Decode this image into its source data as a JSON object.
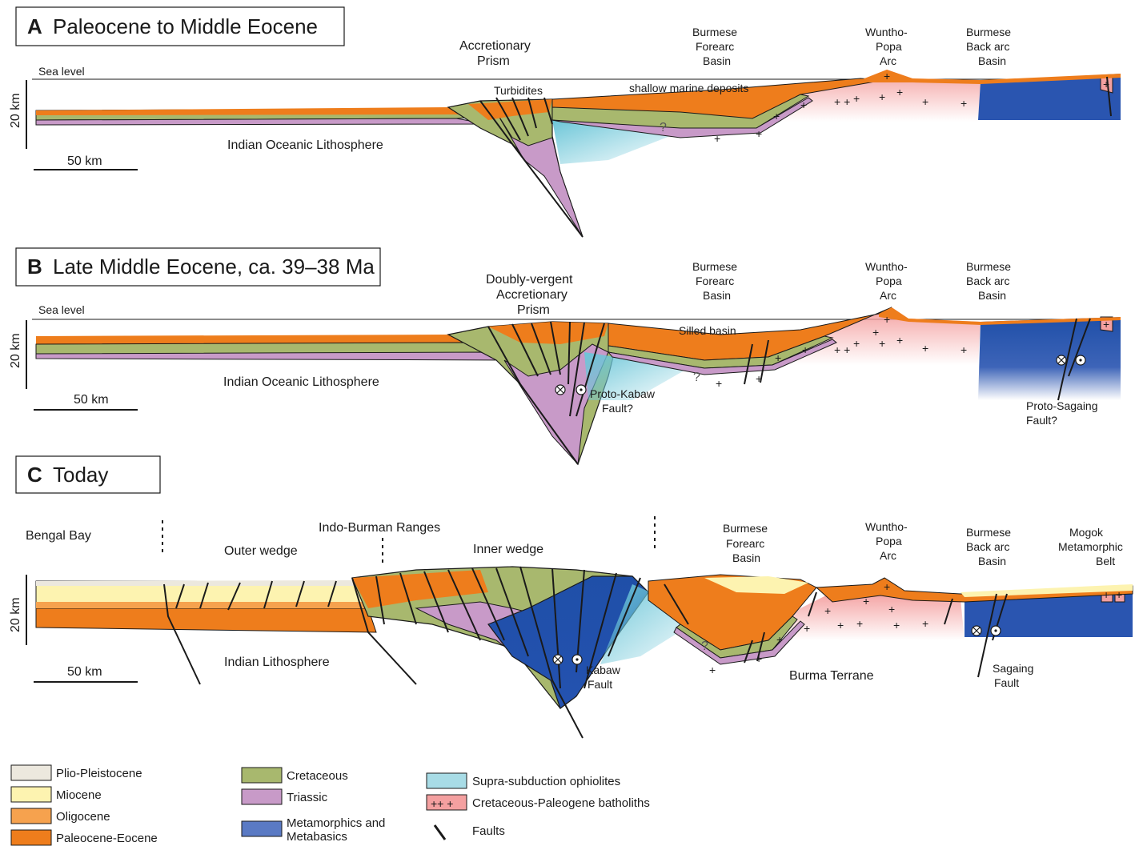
{
  "panels": {
    "a": {
      "letter": "A",
      "title": "Paleocene to Middle Eocene",
      "sea_level": "Sea level",
      "depth": "20 km",
      "scale": "50 km",
      "prism": [
        "Accretionary",
        "Prism"
      ],
      "turbidites": "Turbidites",
      "shallow": "shallow marine deposits",
      "forearc": [
        "Burmese",
        "Forearc",
        "Basin"
      ],
      "arc": [
        "Wuntho-",
        "Popa",
        "Arc"
      ],
      "backarc": [
        "Burmese",
        "Back arc",
        "Basin"
      ],
      "litho": "Indian Oceanic Lithosphere",
      "q": "?"
    },
    "b": {
      "letter": "B",
      "title": "Late Middle Eocene, ca. 39–38 Ma",
      "sea_level": "Sea level",
      "depth": "20 km",
      "scale": "50 km",
      "prism": [
        "Doubly-vergent",
        "Accretionary",
        "Prism"
      ],
      "silled": "Silled basin",
      "forearc": [
        "Burmese",
        "Forearc",
        "Basin"
      ],
      "arc": [
        "Wuntho-",
        "Popa",
        "Arc"
      ],
      "backarc": [
        "Burmese",
        "Back arc",
        "Basin"
      ],
      "litho": "Indian Oceanic Lithosphere",
      "kabaw": [
        "Proto-Kabaw",
        "Fault?"
      ],
      "sagaing": [
        "Proto-Sagaing",
        "Fault?"
      ],
      "q": "?"
    },
    "c": {
      "letter": "C",
      "title": "Today",
      "depth": "20 km",
      "scale": "50 km",
      "bengal": "Bengal Bay",
      "ranges": "Indo-Burman Ranges",
      "outer": "Outer wedge",
      "inner": "Inner wedge",
      "forearc": [
        "Burmese",
        "Forearc",
        "Basin"
      ],
      "arc": [
        "Wuntho-",
        "Popa",
        "Arc"
      ],
      "backarc": [
        "Burmese",
        "Back arc",
        "Basin"
      ],
      "mogok": [
        "Mogok",
        "Metamorphic",
        "Belt"
      ],
      "litho": "Indian Lithosphere",
      "terrane": "Burma Terrane",
      "kabaw": [
        "Kabaw",
        "Fault"
      ],
      "sagaing": [
        "Sagaing",
        "Fault"
      ],
      "q": "?"
    }
  },
  "legend": {
    "col1": [
      {
        "label": "Plio-Pleistocene",
        "color": "#ece8de"
      },
      {
        "label": "Miocene",
        "color": "#fdf3b0"
      },
      {
        "label": "Oligocene",
        "color": "#f6a24e"
      },
      {
        "label": "Paleocene-Eocene",
        "color": "#ee7d1c"
      }
    ],
    "col2": [
      {
        "label": "Cretaceous",
        "color": "#a8b86e"
      },
      {
        "label": "Triassic",
        "color": "#c89ac8"
      },
      {
        "label": "Metamorphics and",
        "label2": "Metabasics",
        "color": "#5a7ac4"
      }
    ],
    "col3": [
      {
        "label": "Supra-subduction ophiolites",
        "color": "#a8dce6"
      },
      {
        "label": "Cretaceous-Paleogene batholiths",
        "color": "#f4a0a0"
      },
      {
        "label": "Faults",
        "color": "#1a1a1a"
      }
    ]
  },
  "colors": {
    "paleo": "#ee7d1c",
    "oligo": "#f6a24e",
    "miocene": "#fdf3b0",
    "plio": "#ece8de",
    "cret": "#a8b86e",
    "trias": "#c89ac8",
    "meta": "#1f4fa8",
    "ophio": "#8fd3e0",
    "batho": "#f4a0a0",
    "line": "#1a1a1a"
  }
}
